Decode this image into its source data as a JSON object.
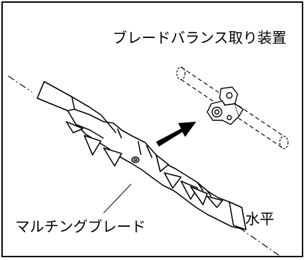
{
  "labels": {
    "balancer": "ブレードバランス取り装置",
    "mulching_blade": "マルチングブレード",
    "horizontal": "水平"
  }
}
